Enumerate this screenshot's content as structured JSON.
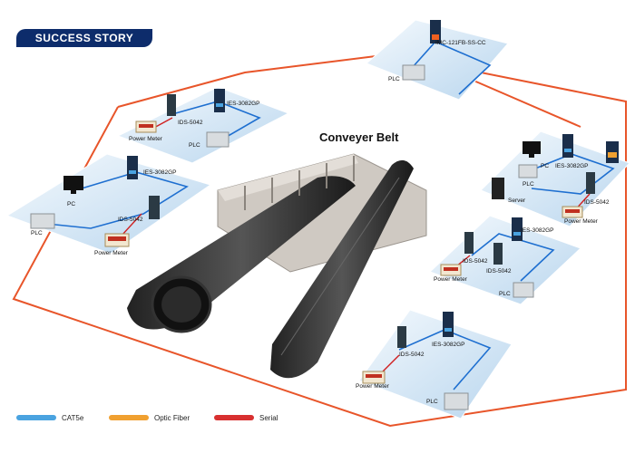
{
  "banner": "SUCCESS STORY",
  "title": "Conveyer Belt",
  "zones": {
    "top": {
      "switch": "IMC-121FB-SS-CC",
      "plc": "PLC"
    },
    "upper_left": {
      "switch": "IES-3082GP",
      "ids": "IDS-5042",
      "power_meter": "Power Meter",
      "plc": "PLC"
    },
    "mid_left": {
      "switch": "IES-3082GP",
      "ids": "IDS-5042",
      "pc": "PC",
      "plc": "PLC",
      "power_meter": "Power Meter"
    },
    "right_top": {
      "switch": "IES-3082GP",
      "pc": "PC",
      "plc": "PLC",
      "server": "Server",
      "ids": "IDS-5042",
      "power_meter": "Power Meter"
    },
    "right_mid": {
      "switch": "IES-3082GP",
      "ids1": "IDS-5042",
      "ids2": "IDS-5042",
      "power_meter": "Power Meter",
      "plc": "PLC"
    },
    "right_bottom": {
      "switch": "IES-3082GP",
      "ids": "IDS-5042",
      "power_meter": "Power Meter",
      "plc": "PLC"
    }
  },
  "legend": [
    {
      "label": "CAT5e",
      "color": "#4aa3e0"
    },
    {
      "label": "Optic Fiber",
      "color": "#f0a030"
    },
    {
      "label": "Serial",
      "color": "#d83030"
    }
  ],
  "colors": {
    "fiber": "#e8552a",
    "cat5e": "#1e6fd0",
    "serial": "#d02020",
    "panel": "#cfe3f3",
    "banner": "#0d2c6b"
  }
}
